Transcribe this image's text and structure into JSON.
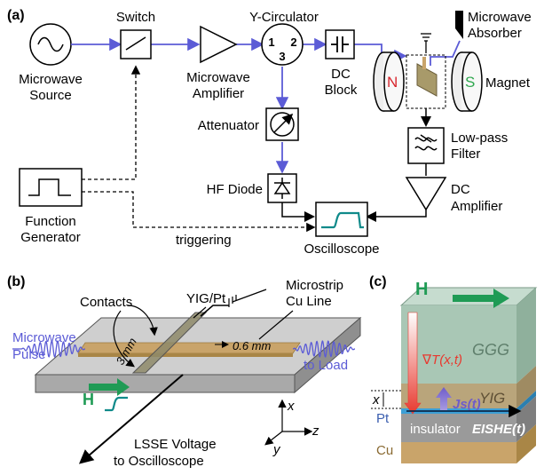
{
  "panels": {
    "a": "(a)",
    "b": "(b)",
    "c": "(c)"
  },
  "panel_a": {
    "microwave_source": [
      "Microwave",
      "Source"
    ],
    "switch": "Switch",
    "microwave_amplifier": [
      "Microwave",
      "Amplifier"
    ],
    "y_circulator": "Y-Circulator",
    "circulator_ports": [
      "1",
      "2",
      "3"
    ],
    "dc_block": [
      "DC",
      "Block"
    ],
    "microwave_absorber": [
      "Microwave",
      "Absorber"
    ],
    "magnet": "Magnet",
    "pole_n": "N",
    "pole_s": "S",
    "attenuator": "Attenuator",
    "hf_diode": "HF Diode",
    "low_pass_filter": [
      "Low-pass",
      "Filter"
    ],
    "dc_amplifier": [
      "DC",
      "Amplifier"
    ],
    "function_generator": [
      "Function",
      "Generator"
    ],
    "triggering": "triggering",
    "oscilloscope": "Oscilloscope"
  },
  "panel_b": {
    "contacts": "Contacts",
    "yig_pt": "YIG/Pt",
    "microstrip": [
      "Microstrip",
      "Cu Line"
    ],
    "microwave_pulse": [
      "Microwave",
      "Pulse"
    ],
    "h": "H",
    "dim_3mm": "3 mm",
    "dim_06mm": "0.6 mm",
    "to_load": "to Load",
    "lsse": [
      "LSSE Voltage",
      "to Oscilloscope"
    ],
    "axis_x": "x",
    "axis_y": "y",
    "axis_z": "z"
  },
  "panel_c": {
    "h": "H",
    "grad_t": "∇T(x,t)",
    "ggg": "GGG",
    "yig": "YIG",
    "js": "Js(t)",
    "x": "x",
    "pt": "Pt",
    "insulator": "insulator",
    "e_ishe": "EISHE(t)",
    "cu": "Cu"
  },
  "colors": {
    "signal_blue": "#5b5bd6",
    "slot_gold": "#c9a46a",
    "magnet_red": "#d8262e",
    "magnet_green": "#2fa84f",
    "arrow_green": "#1f9b55",
    "ggg_green": "#a9c7b5",
    "yig_tan": "#b9a57b",
    "pt_blue": "#3c9fd6",
    "insulator_gray": "#9a9a9a",
    "cu_gold": "#c9a46a",
    "scope_teal": "#0f8a8a"
  }
}
